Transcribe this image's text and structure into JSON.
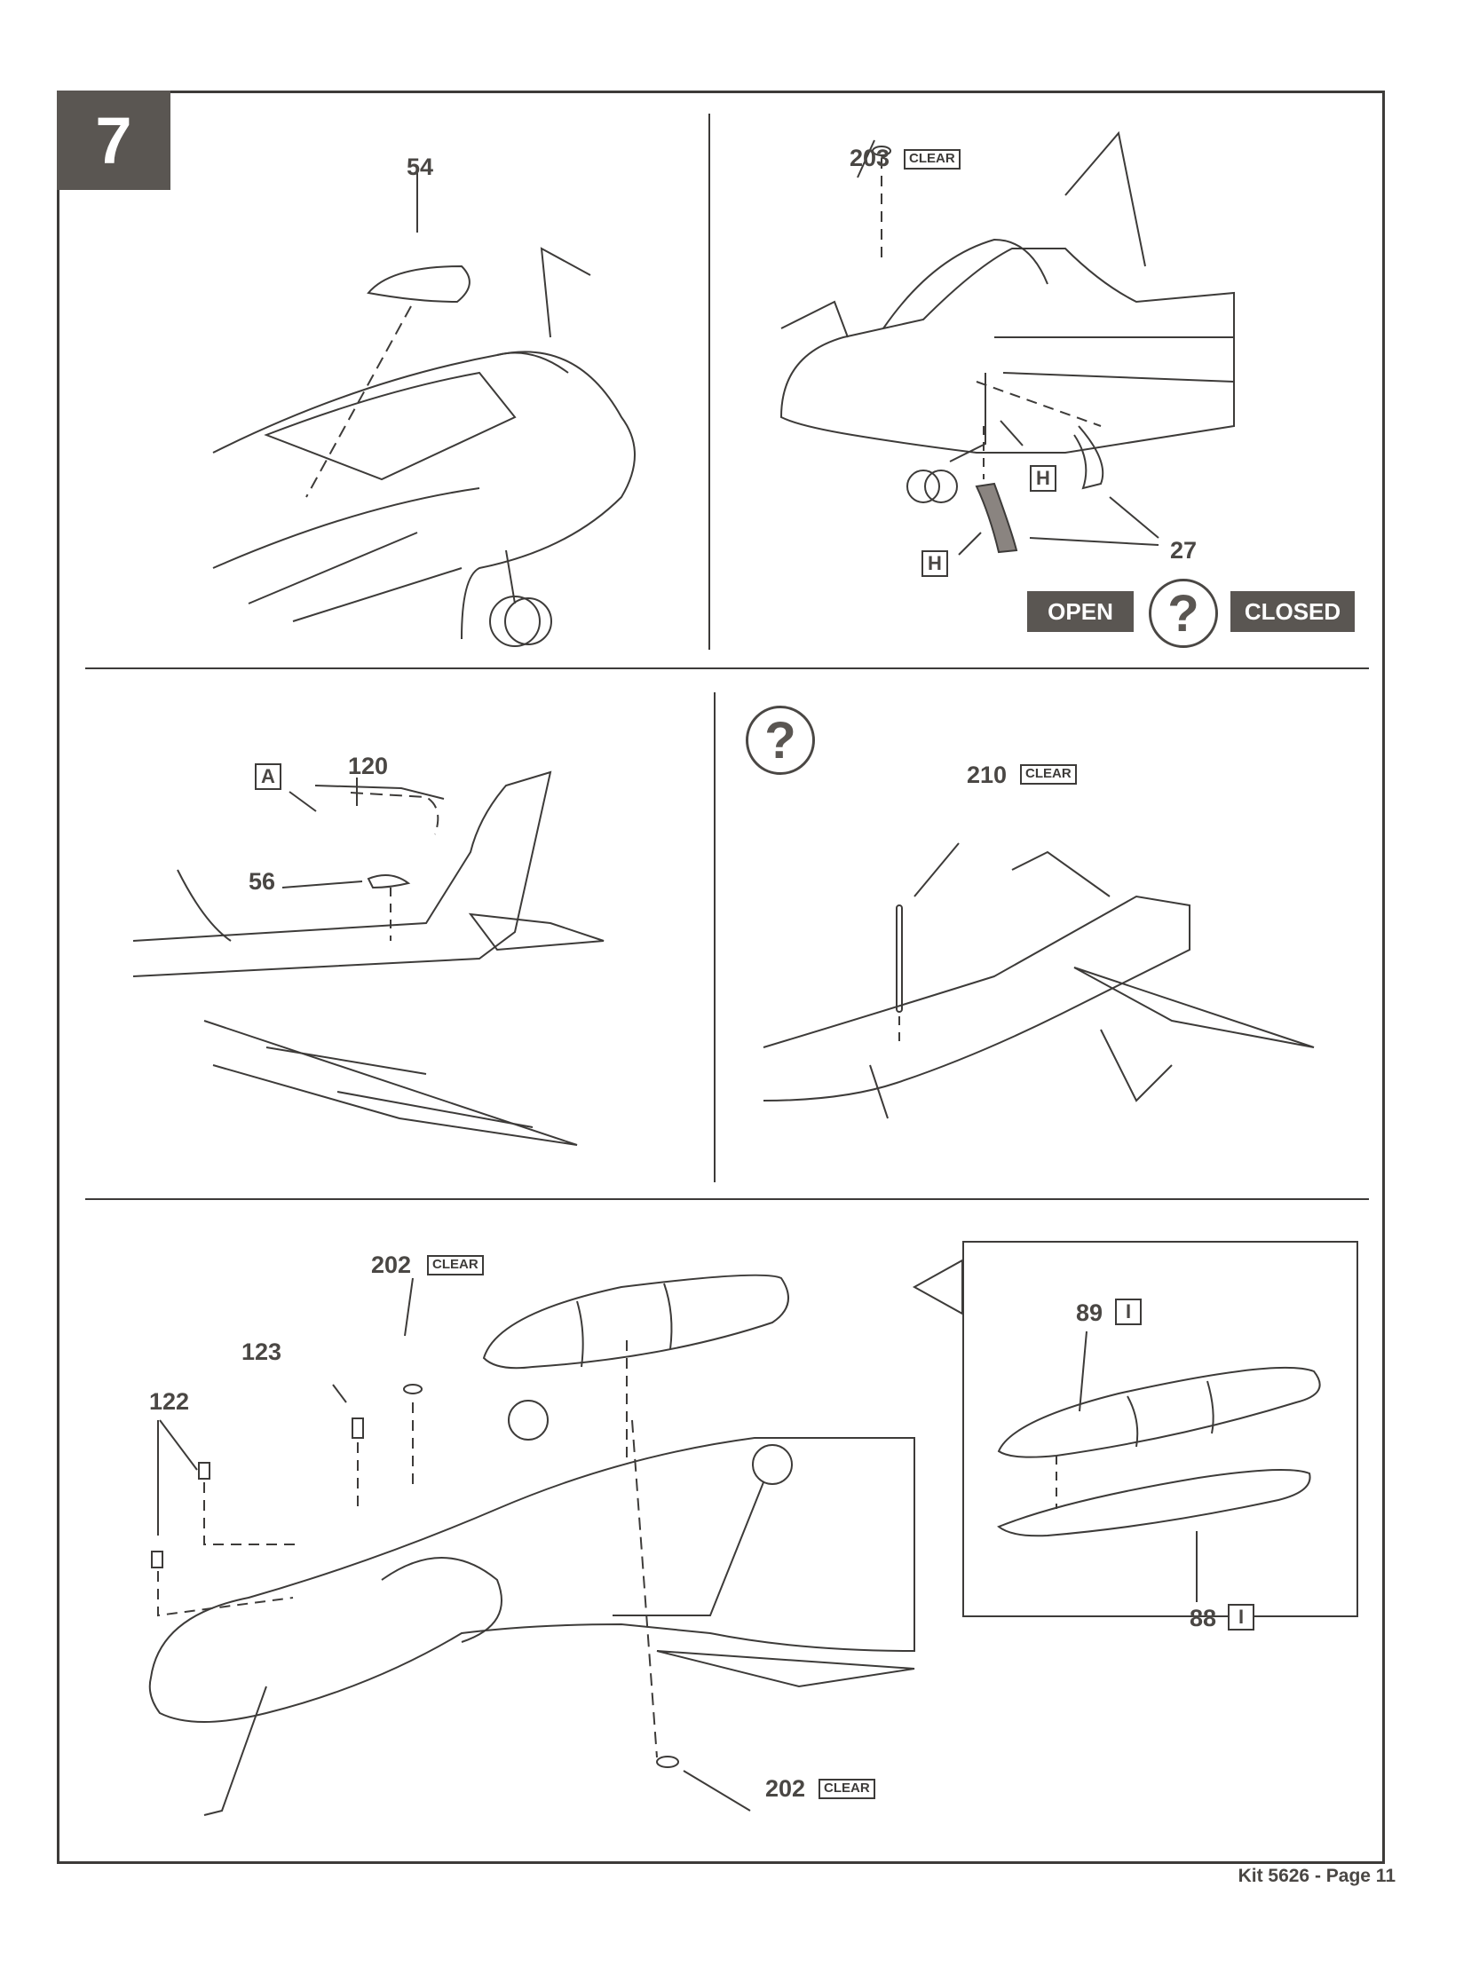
{
  "step": {
    "number": "7"
  },
  "panels": {
    "top_left": {
      "parts": [
        {
          "label": "54"
        }
      ]
    },
    "top_right": {
      "parts": [
        {
          "label": "203",
          "tag": "CLEAR"
        },
        {
          "label": "H",
          "type": "sprue_letter"
        },
        {
          "label": "H",
          "type": "sprue_letter"
        },
        {
          "label": "27"
        }
      ],
      "options": {
        "open_label": "OPEN",
        "question_icon": "?",
        "closed_label": "CLOSED"
      }
    },
    "middle_left": {
      "parts": [
        {
          "label": "A",
          "type": "sprue_letter"
        },
        {
          "label": "120"
        },
        {
          "label": "56"
        }
      ]
    },
    "middle_right": {
      "question_icon": "?",
      "parts": [
        {
          "label": "210",
          "tag": "CLEAR"
        }
      ]
    },
    "bottom": {
      "parts": [
        {
          "label": "202",
          "tag": "CLEAR"
        },
        {
          "label": "123"
        },
        {
          "label": "122"
        },
        {
          "label": "202",
          "tag": "CLEAR"
        }
      ],
      "inset": {
        "parts": [
          {
            "label": "89",
            "sprue": "I"
          },
          {
            "label": "88",
            "sprue": "I"
          }
        ]
      }
    }
  },
  "footer": {
    "text": "Kit 5626 - Page 11"
  }
}
